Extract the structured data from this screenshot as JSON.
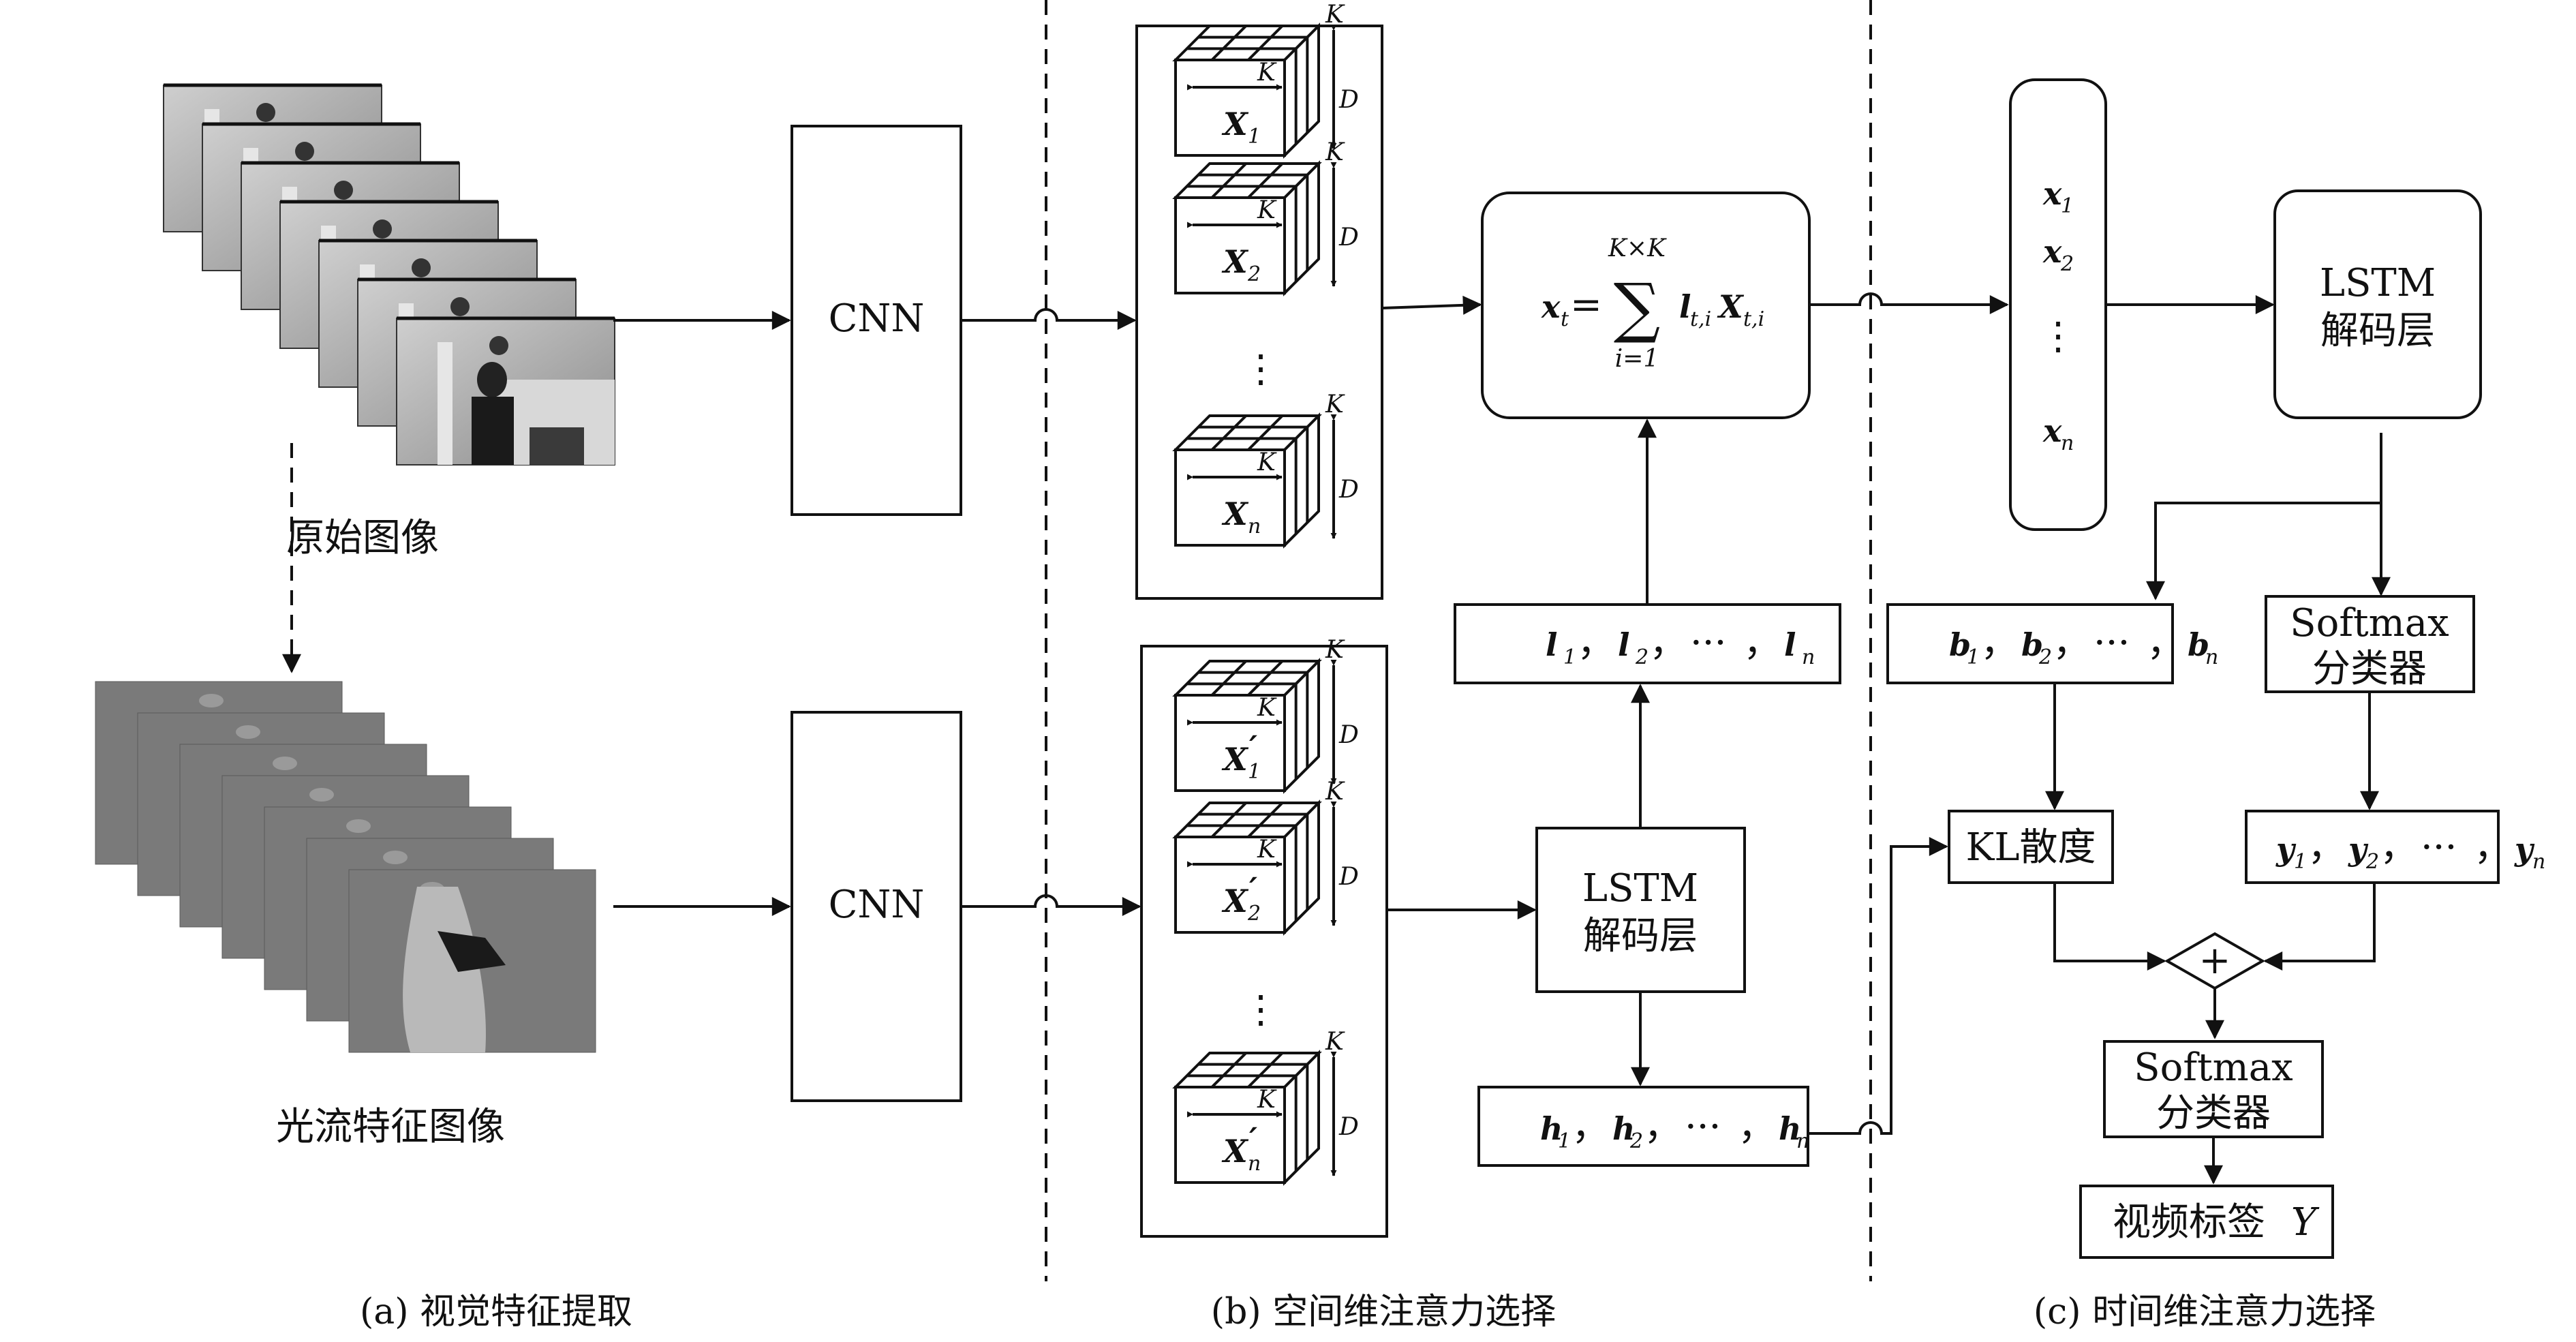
{
  "captions": {
    "a": "(a) 视觉特征提取",
    "b": "(b) 空间维注意力选择",
    "c": "(c) 时间维注意力选择"
  },
  "labels": {
    "raw_images": "原始图像",
    "flow_images": "光流特征图像",
    "cnn_top": "CNN",
    "cnn_bottom": "CNN",
    "lstm_mid_1": "LSTM",
    "lstm_mid_2": "解码层",
    "lstm_right_1": "LSTM",
    "lstm_right_2": "解码层",
    "softmax_right_1": "Softmax",
    "softmax_right_2": "分类器",
    "softmax_bottom_1": "Softmax",
    "softmax_bottom_2": "分类器",
    "kl": "KL散度",
    "video_label": "视频标签",
    "video_label_var": "Y",
    "plus": "+",
    "ellipsis": "⋮"
  },
  "math": {
    "K": "K",
    "D": "D",
    "X": "X",
    "prime": "′",
    "sub1": "1",
    "sub2": "2",
    "subn": "n",
    "formula_lhs": "x",
    "formula_lhs_sub": "t",
    "formula_eq": "=",
    "formula_sum": "∑",
    "formula_top": "K×K",
    "formula_bottom": "i=1",
    "formula_l": "l",
    "formula_l_sub": "t,i",
    "formula_X": "X",
    "formula_X_sub": "t,i",
    "seq_l": "l",
    "seq_h": "h",
    "seq_b": "b",
    "seq_y": "y",
    "seq_x": "x",
    "sep": "，",
    "dots": "···"
  }
}
